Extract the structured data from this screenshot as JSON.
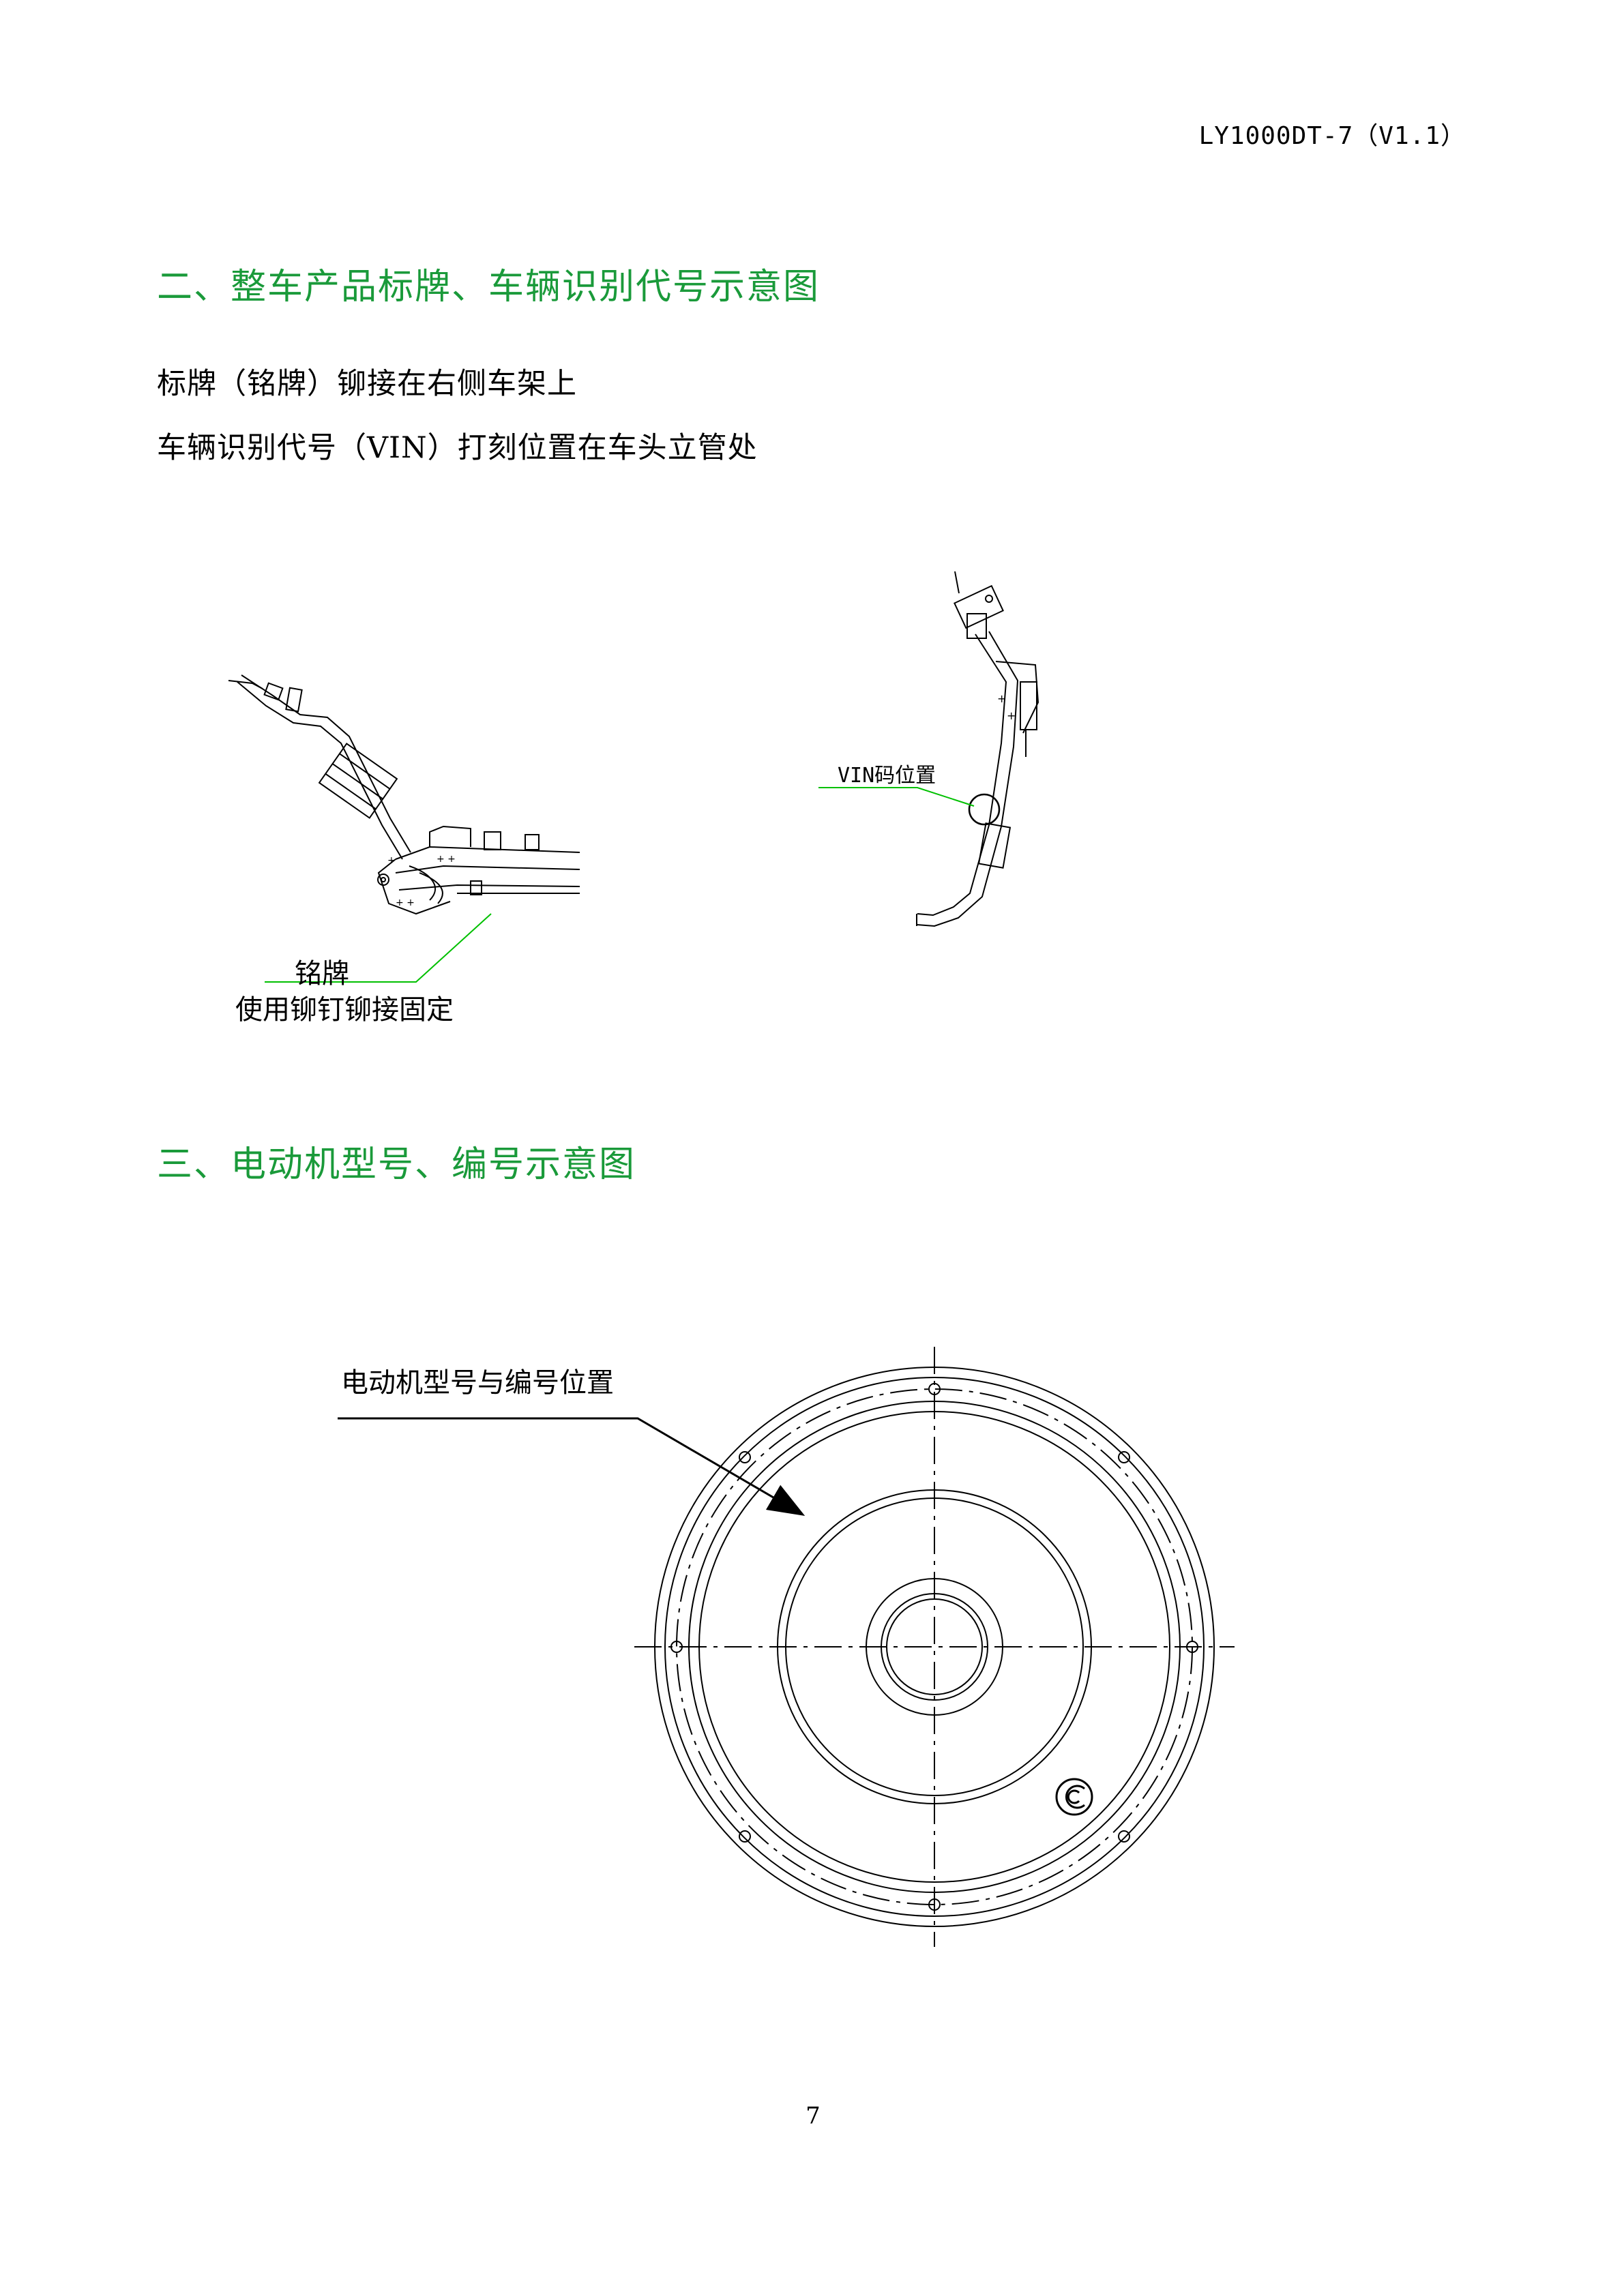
{
  "header": {
    "doc_code": "LY1000DT-7（V1.1）"
  },
  "section2": {
    "heading": "二、整车产品标牌、车辆识别代号示意图",
    "line1": "标牌（铭牌）铆接在右侧车架上",
    "line2": "车辆识别代号（VIN）打刻位置在车头立管处",
    "frame_figure": {
      "plate_label": "铭牌",
      "plate_note": "使用铆钉铆接固定"
    },
    "vin_figure": {
      "vin_label": "VIN码位置"
    }
  },
  "section3": {
    "heading": "三、电动机型号、编号示意图",
    "motor_figure": {
      "position_label": "电动机型号与编号位置"
    }
  },
  "footer": {
    "page_number": "7"
  },
  "colors": {
    "heading_green": "#1a9a3a",
    "leader_green": "#00c000"
  }
}
